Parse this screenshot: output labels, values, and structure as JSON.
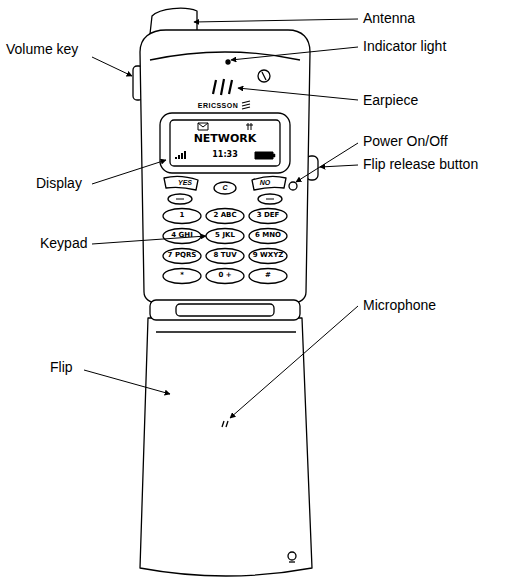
{
  "diagram": {
    "labels": [
      "Antenna",
      "Indicator light",
      "Volume key",
      "Earpiece",
      "ERICSSON",
      "NETWORK",
      "11:33",
      "Power On/Off",
      "Flip release button",
      "Display",
      "YES",
      "NO",
      "C",
      "1",
      "2 ABC",
      "3 DEF",
      "4 GHI",
      "5 JKL",
      "6 MNO",
      "7 PQRS",
      "8 TUV",
      "9 WXYZ",
      "*",
      "0 +",
      "#",
      "Keypad",
      "Microphone",
      "Flip"
    ]
  }
}
